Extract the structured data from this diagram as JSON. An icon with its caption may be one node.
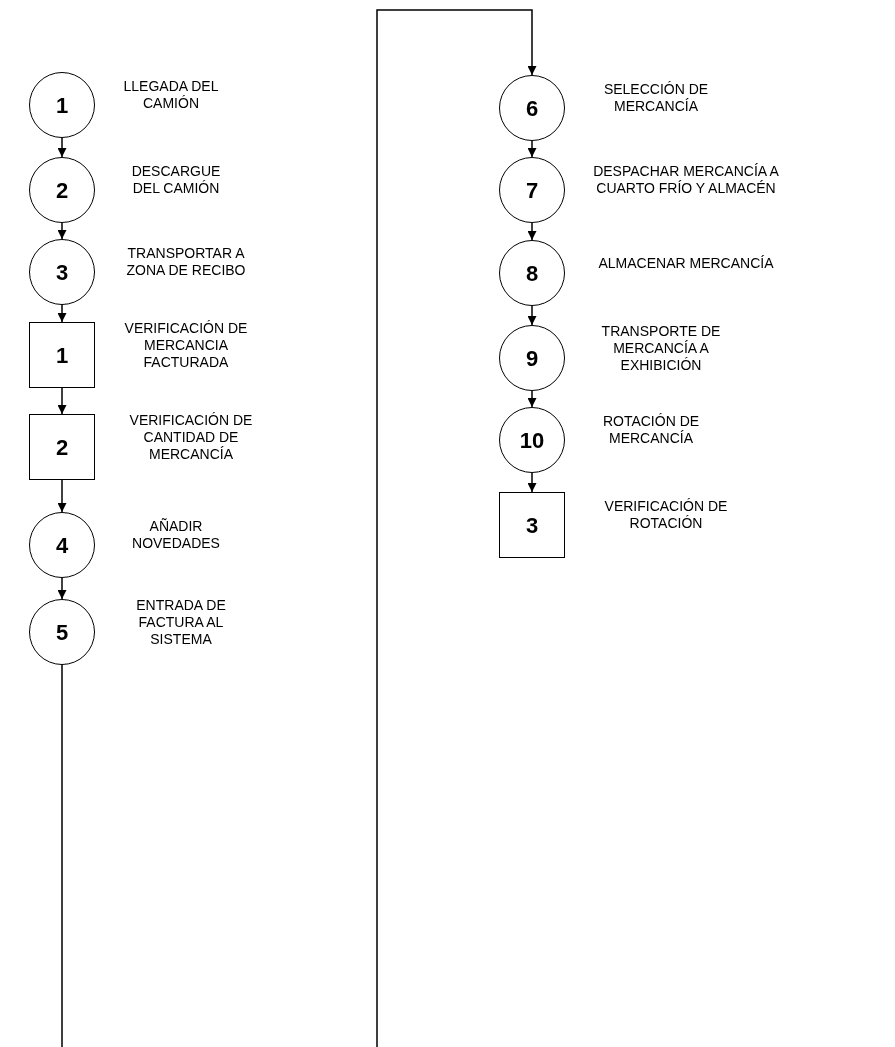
{
  "diagram": {
    "nodes": [
      {
        "text": [
          "1"
        ],
        "beside": [
          "LLEGADA DEL CAMIÓN"
        ]
      },
      {
        "text": [
          "2"
        ],
        "beside": [
          "DESCARGUE DEL CAMIÓN"
        ]
      },
      {
        "text": [
          "3"
        ],
        "beside": [
          "TRANSPORTAR A ZONA DE RECIBO"
        ]
      },
      {
        "text": [
          "1"
        ],
        "beside": [
          "VERIFICACIÓN DE MERCANCIA FACTURADA"
        ]
      },
      {
        "text": [
          "2"
        ],
        "beside": [
          "VERIFICACIÓN DE CANTIDAD DE MERCANCÍA"
        ]
      },
      {
        "text": [
          "4"
        ],
        "beside": [
          "AÑADIR NOVEDADES"
        ]
      },
      {
        "text": [
          "5"
        ],
        "beside": [
          "ENTRADA DE FACTURA AL SISTEMA"
        ]
      },
      {
        "text": [
          "6"
        ],
        "beside": [
          "SELECCIÓN DE MERCANCÍA"
        ]
      },
      {
        "text": [
          "7"
        ],
        "beside": [
          "DESPACHAR MERCANCÍA A CUARTO FRÍO Y ALMACÉN"
        ]
      },
      {
        "text": [
          "8"
        ],
        "beside": [
          "ALMACENAR MERCANCÍA"
        ]
      },
      {
        "text": [
          "9"
        ],
        "beside": [
          "TRANSPORTE DE MERCANCÍA A EXHIBICIÓN"
        ]
      },
      {
        "text": [
          "10"
        ],
        "beside": [
          "ROTACIÓN DE MERCANCÍA"
        ]
      },
      {
        "text": [
          "3"
        ],
        "beside": [
          "VERIFICACIÓN DE ROTACIÓN"
        ]
      }
    ],
    "edges": [
      {
        "from": 0,
        "to": 1,
        "arrow": "to"
      },
      {
        "from": 1,
        "to": 2,
        "arrow": "to"
      },
      {
        "from": 2,
        "to": 3,
        "arrow": "to"
      },
      {
        "from": 3,
        "to": 4,
        "arrow": "to"
      },
      {
        "from": 4,
        "to": 5,
        "arrow": "to"
      },
      {
        "from": 5,
        "to": 6,
        "arrow": "to"
      },
      {
        "from": 6,
        "to": 7,
        "arrow": "to"
      },
      {
        "from": 7,
        "to": 8,
        "arrow": "to"
      },
      {
        "from": 8,
        "to": 9,
        "arrow": "to"
      },
      {
        "from": 9,
        "to": 10,
        "arrow": "to"
      },
      {
        "from": 10,
        "to": 11,
        "arrow": "to"
      },
      {
        "from": 11,
        "to": 12,
        "arrow": "to"
      }
    ]
  }
}
